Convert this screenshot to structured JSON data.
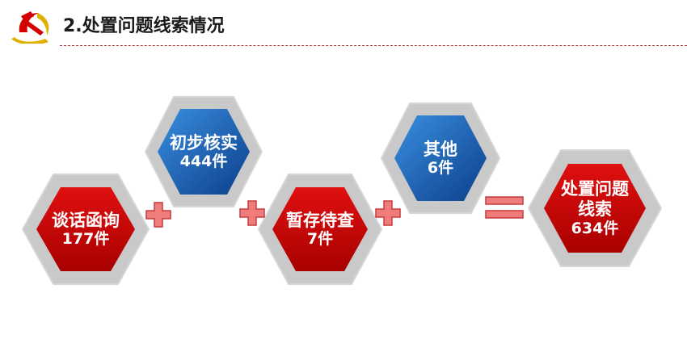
{
  "header": {
    "title": "2.处置问题线索情况",
    "logo_icon": "hammer-sickle-icon"
  },
  "colors": {
    "red": "#c40000",
    "blue": "#1565c0",
    "frame": "#c9c9c9",
    "operator": "#f07c7c"
  },
  "nodes": [
    {
      "name": "谈话函询",
      "count": "177件",
      "color": "red"
    },
    {
      "name": "初步核实",
      "count": "444件",
      "color": "blue"
    },
    {
      "name": "暂存待查",
      "count": "7件",
      "color": "red"
    },
    {
      "name": "其他",
      "count": "6件",
      "color": "blue"
    },
    {
      "name_line1": "处置问题",
      "name_line2": "线索",
      "count": "634件",
      "color": "red"
    }
  ],
  "operators": [
    "plus",
    "plus",
    "plus",
    "equals"
  ]
}
